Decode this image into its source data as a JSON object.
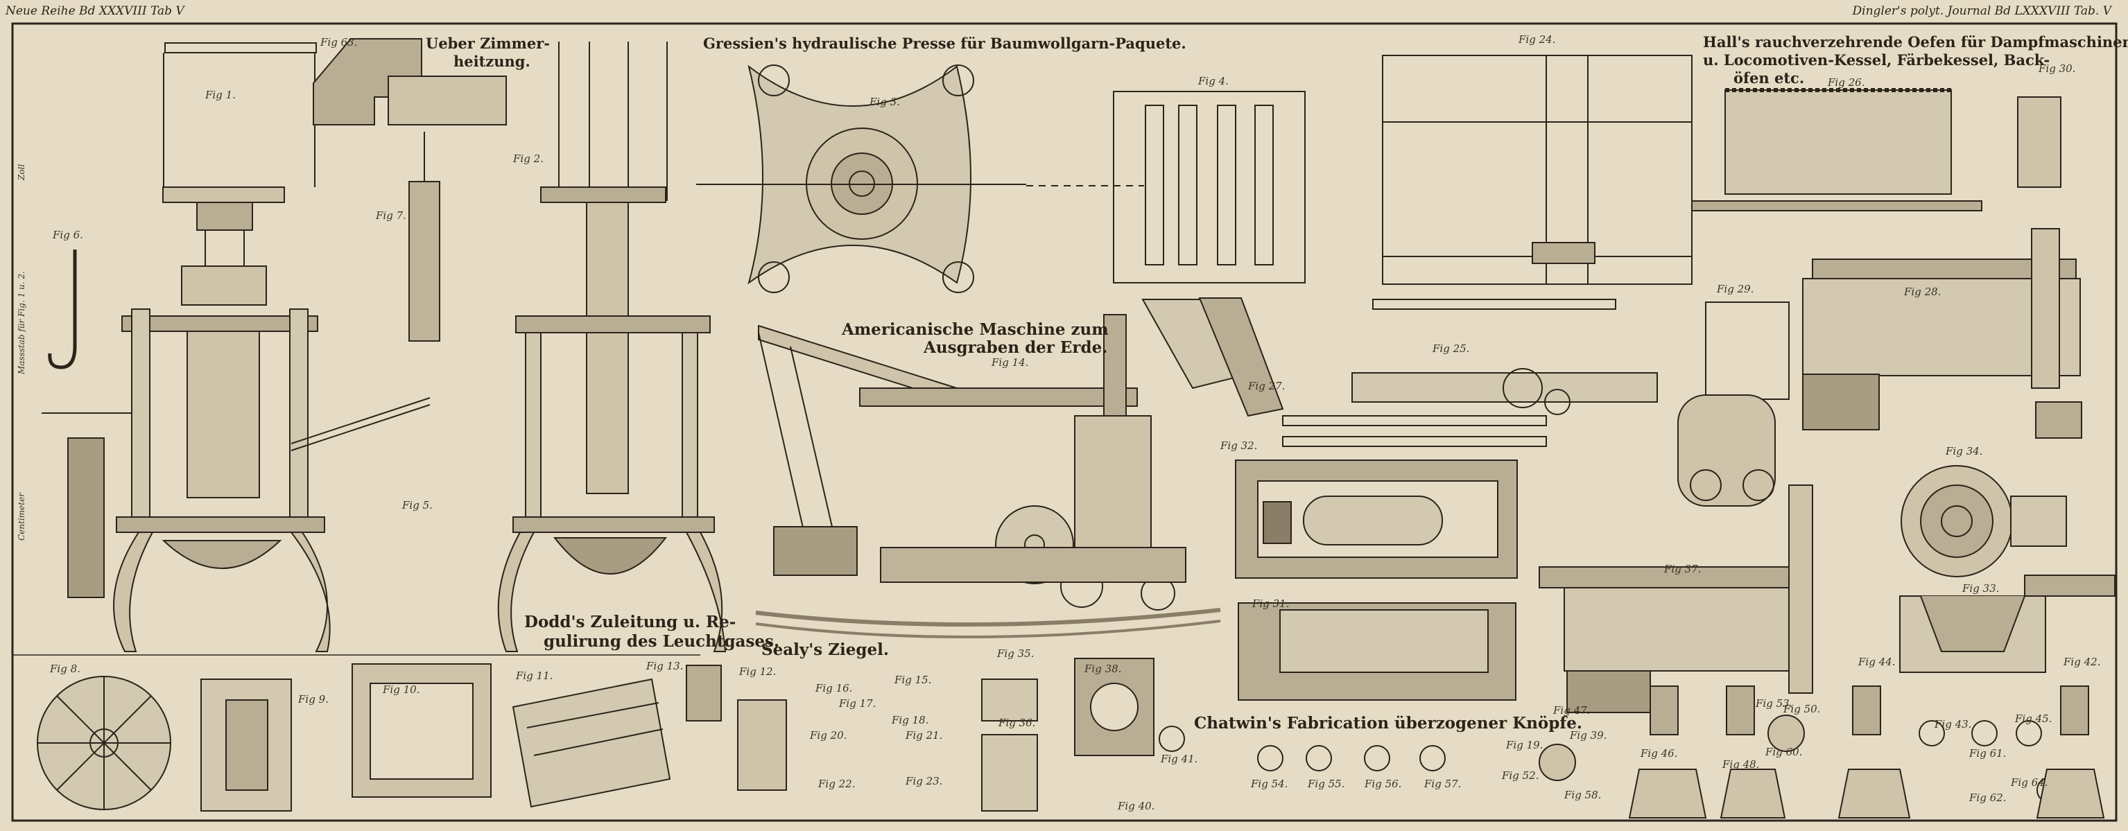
{
  "header": {
    "left": "Neue Reihe Bd XXXVIII Tab V",
    "right": "Dingler's polyt. Journal Bd LXXXVIII Tab. V"
  },
  "titles": {
    "zimmerheizung_1": "Ueber Zimmer-",
    "zimmerheizung_2": "heitzung.",
    "gressien": "Gressien's hydraulische Presse für Baumwollgarn-Paquete.",
    "hall_1": "Hall's rauchverzehrende Oefen für Dampfmaschinen",
    "hall_2": "u. Locomotiven-Kessel, Färbekessel, Back-",
    "hall_3": "öfen etc.",
    "american_1": "Americanische Maschine zum",
    "american_2": "Ausgraben der Erde.",
    "dodd_1": "Dodd's Zuleitung u. Re-",
    "dodd_2": "gulirung des Leuchtgases.",
    "sealy": "Sealy's Ziegel.",
    "chatwin": "Chatwin's Fabrication überzogener Knöpfe."
  },
  "scale_labels": {
    "left_top": "Zoll",
    "left_mid": "Massstab für Fig. 1 u. 2.",
    "left_bottom": "Centimeter"
  },
  "figures": {
    "f1": "Fig 1.",
    "f2": "Fig 2.",
    "f3": "Fig 3.",
    "f4": "Fig 4.",
    "f5": "Fig 5.",
    "f6": "Fig 6.",
    "f7": "Fig 7.",
    "f8": "Fig 8.",
    "f9": "Fig 9.",
    "f10": "Fig 10.",
    "f11": "Fig 11.",
    "f12": "Fig 12.",
    "f13": "Fig 13.",
    "f14": "Fig 14.",
    "f15": "Fig 15.",
    "f16": "Fig 16.",
    "f17": "Fig 17.",
    "f18": "Fig 18.",
    "f19": "Fig 19.",
    "f20": "Fig 20.",
    "f21": "Fig 21.",
    "f22": "Fig 22.",
    "f23": "Fig 23.",
    "f24": "Fig 24.",
    "f25": "Fig 25.",
    "f26": "Fig 26.",
    "f27": "Fig 27.",
    "f28": "Fig 28.",
    "f29": "Fig 29.",
    "f30": "Fig 30.",
    "f31": "Fig 31.",
    "f32": "Fig 32.",
    "f33": "Fig 33.",
    "f34": "Fig 34.",
    "f35": "Fig 35.",
    "f36": "Fig 36.",
    "f37": "Fig 37.",
    "f38": "Fig 38.",
    "f39": "Fig 39.",
    "f40": "Fig 40.",
    "f41": "Fig 41.",
    "f42": "Fig 42.",
    "f43": "Fig 43.",
    "f44": "Fig 44.",
    "f45": "Fig 45.",
    "f46": "Fig 46.",
    "f47": "Fig 47.",
    "f48": "Fig 48.",
    "f50": "Fig 50.",
    "f52": "Fig 52.",
    "f53": "Fig 53.",
    "f54": "Fig 54.",
    "f55": "Fig 55.",
    "f56": "Fig 56.",
    "f57": "Fig 57.",
    "f58": "Fig 58.",
    "f60": "Fig 60.",
    "f61": "Fig 61.",
    "f62": "Fig 62.",
    "f63": "Fig 63.",
    "f64": "Fig 64."
  },
  "colors": {
    "paper": "#e6dcc6",
    "ink": "#2b2419",
    "shade": "#8a7e68"
  }
}
